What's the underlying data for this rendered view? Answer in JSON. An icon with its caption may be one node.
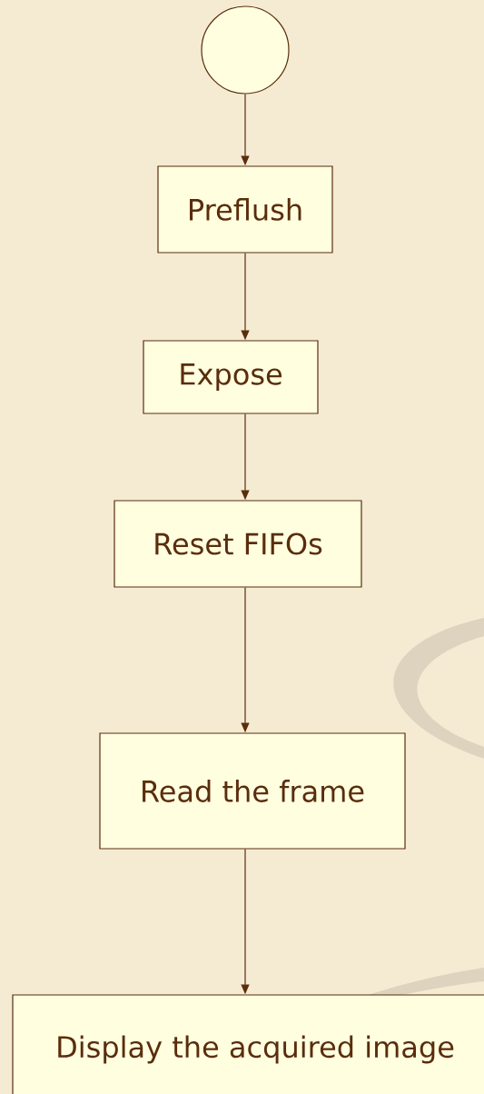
{
  "diagram": {
    "nodes": [
      {
        "text": [],
        "shape": "circle"
      },
      {
        "text": [
          "Preflush"
        ]
      },
      {
        "text": [
          "Expose"
        ]
      },
      {
        "text": [
          "Reset FIFOs"
        ]
      },
      {
        "text": [
          "Read the frame"
        ]
      },
      {
        "text": [
          "Display the acquired image"
        ]
      }
    ],
    "edges": [
      {
        "from": 0,
        "to": 1,
        "arrow": "to"
      },
      {
        "from": 1,
        "to": 2,
        "arrow": "to"
      },
      {
        "from": 2,
        "to": 3,
        "arrow": "to"
      },
      {
        "from": 3,
        "to": 4,
        "arrow": "to"
      },
      {
        "from": 4,
        "to": 5,
        "arrow": "to"
      }
    ]
  }
}
